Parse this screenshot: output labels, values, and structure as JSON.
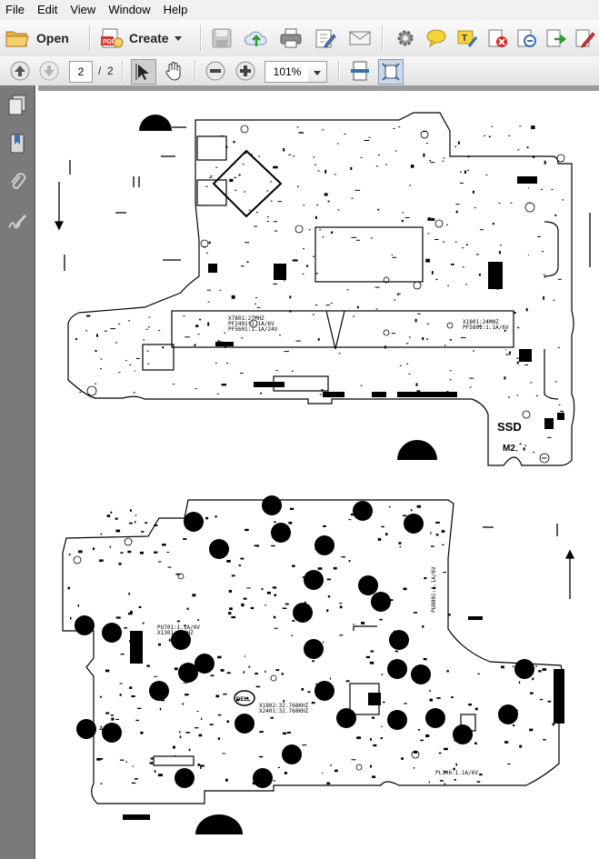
{
  "menu": [
    "File",
    "Edit",
    "View",
    "Window",
    "Help"
  ],
  "toolbar": {
    "open_label": "Open",
    "create_label": "Create",
    "icons": [
      "open-folder-icon",
      "create-pdf-icon",
      "save-icon",
      "upload-cloud-icon",
      "print-icon",
      "edit-document-icon",
      "email-icon",
      "settings-gear-icon",
      "comment-bubble-icon",
      "highlight-text-icon",
      "delete-cross-icon",
      "sign-icon",
      "export-icon",
      "fill-sign-icon"
    ]
  },
  "navigation": {
    "current_page": "2",
    "page_separator": "/",
    "page_count": "2",
    "zoom": "101%"
  },
  "sidebar": {
    "items": [
      "pages-thumbnails-icon",
      "bookmarks-icon",
      "attachments-paperclip-icon",
      "signatures-pen-icon"
    ]
  },
  "document": {
    "board1_labels": {
      "xtal_left": "X7801:27MHZ",
      "fuse_left_1": "PF2401:1.1A/6V",
      "fuse_left_2": "PF5601:1.1A/24V",
      "xtal_right": "X1801:24MHZ",
      "fuse_right": "PF5801:1.1A/6V",
      "ssd": "SSD",
      "m2": "M2"
    },
    "board2_labels": {
      "fuse_a": "PU701:1.1A/6V",
      "xtal_a": "X1301:25MHZ",
      "xtal_b": "X1802:32.768KHZ",
      "xtal_c": "X2401:32.768KHZ",
      "fuse_b": "PL106:1.1A/6V",
      "fuse_side": "PU8001:1.1A/6V",
      "logo": "DELL"
    }
  },
  "colors": {
    "toolbar_bg": "#ececec",
    "sidebar_bg": "#7a7a7a",
    "page_bg": "#ffffff",
    "ink": "#000000"
  }
}
